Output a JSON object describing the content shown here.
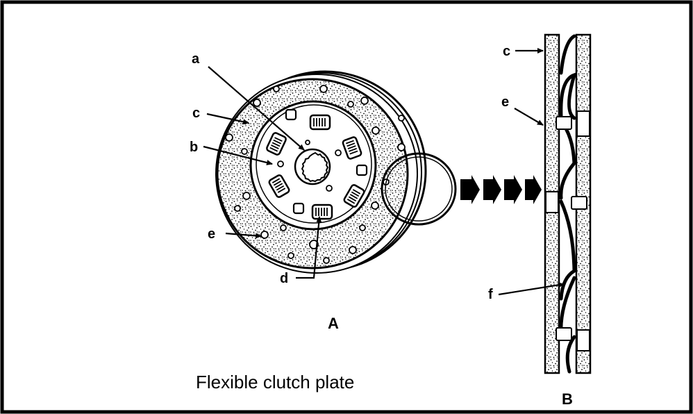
{
  "diagram": {
    "caption": "Flexible clutch plate",
    "view_a_label": "A",
    "view_b_label": "B",
    "parts_a": {
      "a": "a",
      "b": "b",
      "c": "c",
      "d": "d",
      "e": "e"
    },
    "parts_b": {
      "c": "c",
      "e": "e",
      "f": "f"
    }
  }
}
